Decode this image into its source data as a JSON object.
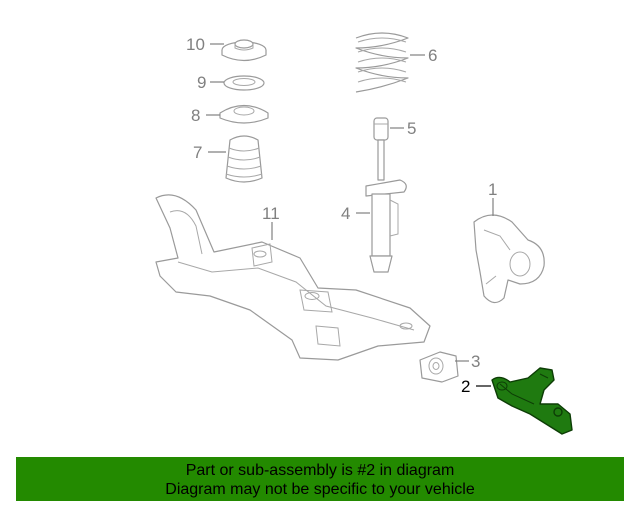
{
  "callouts": {
    "c1": "1",
    "c2": "2",
    "c3": "3",
    "c4": "4",
    "c5": "5",
    "c6": "6",
    "c7": "7",
    "c8": "8",
    "c9": "9",
    "c10": "10",
    "c11": "11"
  },
  "highlight_part": "2",
  "colors": {
    "highlight_fill": "#1f7a10",
    "banner_bg": "#238a00",
    "line_gray": "#9a9a9a"
  },
  "banner": {
    "line1": "Part or sub-assembly is #2 in diagram",
    "line2": "Diagram may not be specific to your vehicle"
  }
}
